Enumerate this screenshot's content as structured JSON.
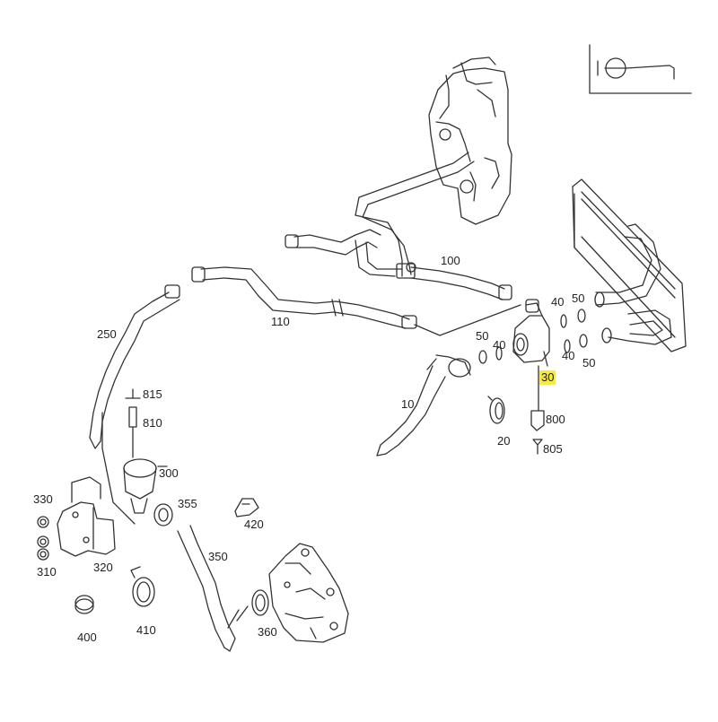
{
  "part_labels": {
    "p100": "100",
    "p110": "110",
    "p250": "250",
    "p10": "10",
    "p20": "20",
    "p30": "30",
    "p40a": "40",
    "p50a": "50",
    "p40b": "40",
    "p50b": "50",
    "p50c": "50",
    "p40c": "40",
    "p800": "800",
    "p805": "805",
    "p815": "815",
    "p810": "810",
    "p300": "300",
    "p355": "355",
    "p420": "420",
    "p350": "350",
    "p330": "330",
    "p310": "310",
    "p320": "320",
    "p400": "400",
    "p410": "410",
    "p360": "360"
  },
  "highlighted_part": "30",
  "colors": {
    "line": "#333333",
    "highlight": "#f7ec3a",
    "background": "#ffffff"
  },
  "icons": [
    "tool-reference-icon"
  ]
}
